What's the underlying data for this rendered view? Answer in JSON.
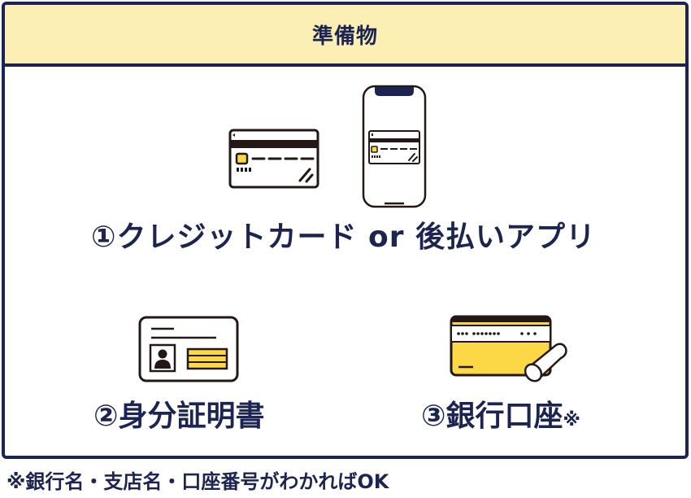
{
  "header": {
    "title": "準備物"
  },
  "items": [
    {
      "number": "①",
      "label": "クレジットカード or 後払いアプリ",
      "icons": [
        "credit-card-icon",
        "smartphone-icon"
      ]
    },
    {
      "number": "②",
      "label": "身分証明書",
      "icons": [
        "id-card-icon"
      ]
    },
    {
      "number": "③",
      "label": "銀行口座",
      "note_mark": "※",
      "icons": [
        "bankbook-icon"
      ]
    }
  ],
  "footnote": "※銀行名・支店名・口座番号がわかればOK",
  "colors": {
    "navy": "#1c2451",
    "header_bg": "#fcefb4",
    "accent_yellow": "#fcd846",
    "icon_black": "#231815"
  }
}
